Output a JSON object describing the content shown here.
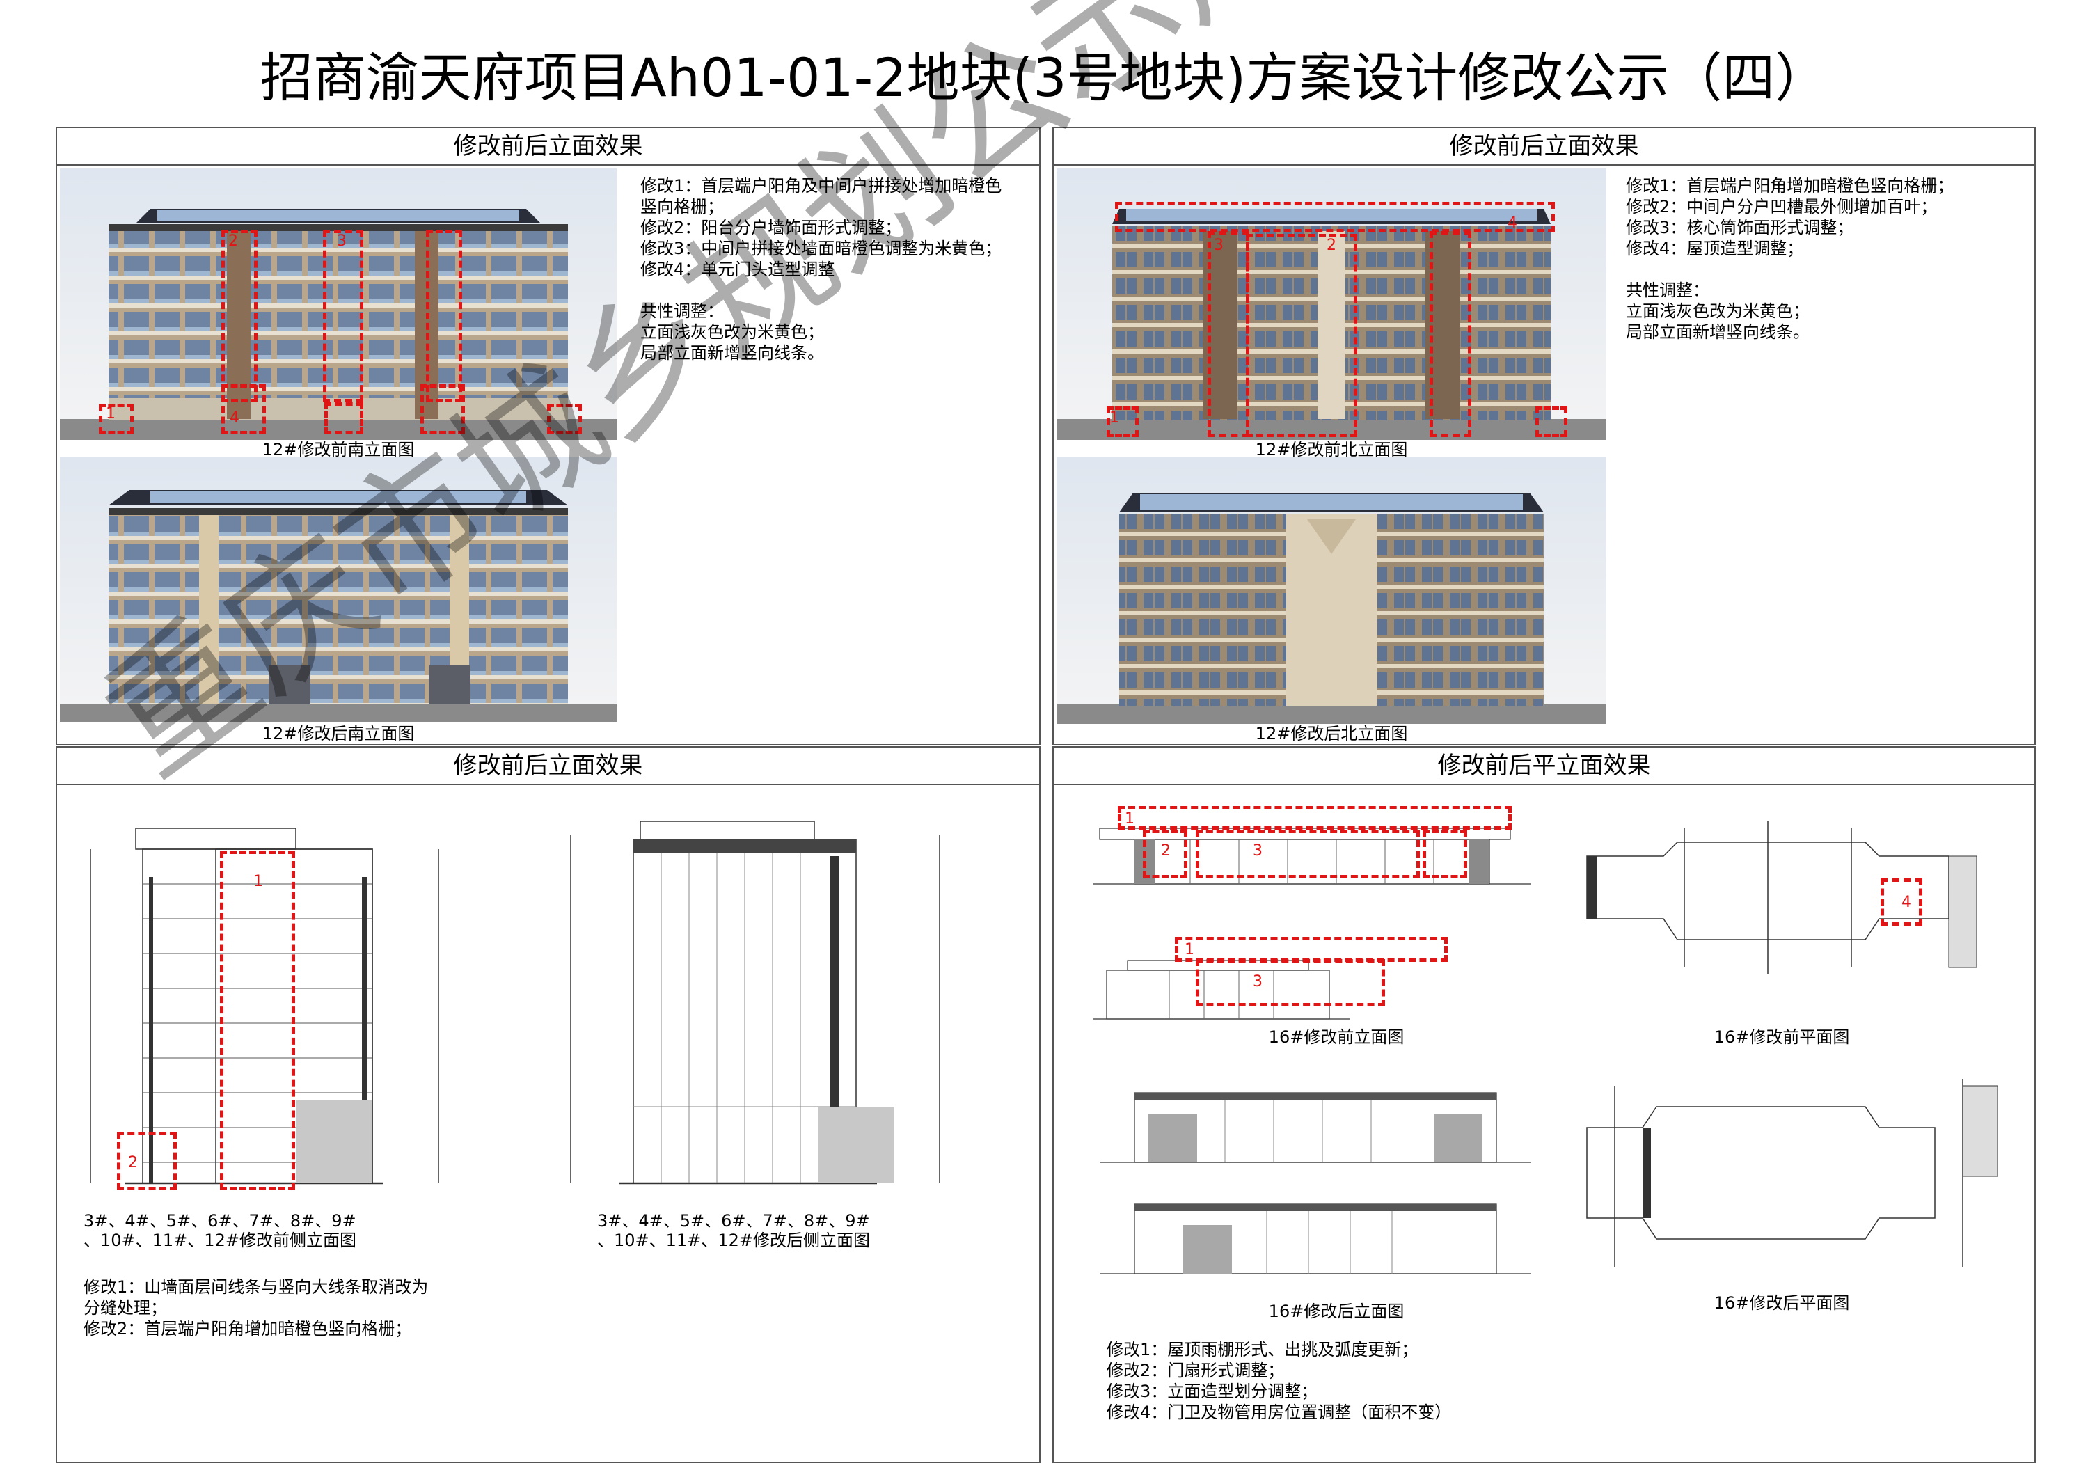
{
  "title": "招商渝天府项目Ah01-01-2地块(3号地块)方案设计修改公示（四）",
  "panels": {
    "tl": {
      "heading": "修改前后立面效果",
      "notes": "修改1：首层端户阳角及中间户拼接处增加暗橙色\n竖向格栅；\n修改2：阳台分户墙饰面形式调整；\n修改3：中间户拼接处墙面暗橙色调整为米黄色；\n修改4：单元门头造型调整\n\n共性调整：\n立面浅灰色改为米黄色；\n局部立面新增竖向线条。",
      "cap_before": "12#修改前南立面图",
      "cap_after": "12#修改后南立面图"
    },
    "tr": {
      "heading": "修改前后立面效果",
      "notes": "修改1：首层端户阳角增加暗橙色竖向格栅；\n修改2：中间户分户凹槽最外侧增加百叶；\n修改3：核心筒饰面形式调整；\n修改4：屋顶造型调整；\n\n共性调整：\n立面浅灰色改为米黄色；\n局部立面新增竖向线条。",
      "cap_before": "12#修改前北立面图",
      "cap_after": "12#修改后北立面图"
    },
    "bl": {
      "heading": "修改前后立面效果",
      "cap_before": "3#、4#、5#、6#、7#、8#、9#\n、10#、11#、12#修改前侧立面图",
      "cap_after": "3#、4#、5#、6#、7#、8#、9#\n、10#、11#、12#修改后侧立面图",
      "notes": "修改1：山墙面层间线条与竖向大线条取消改为\n分缝处理；\n修改2：首层端户阳角增加暗橙色竖向格栅；"
    },
    "br": {
      "heading": "修改前后平立面效果",
      "cap_elev_before": "16#修改前立面图",
      "cap_plan_before": "16#修改前平面图",
      "cap_elev_after": "16#修改后立面图",
      "cap_plan_after": "16#修改后平面图",
      "notes": "修改1：屋顶雨棚形式、出挑及弧度更新；\n修改2：门扇形式调整；\n修改3：立面造型划分调整；\n修改4：门卫及物管用房位置调整（面积不变）"
    }
  },
  "markers": {
    "tl": [
      "1",
      "2",
      "3",
      "4"
    ],
    "tr": [
      "1",
      "2",
      "3",
      "4"
    ],
    "bl": [
      "1",
      "2"
    ],
    "br_elev": [
      "1",
      "2",
      "3"
    ],
    "br_plan": [
      "4"
    ]
  },
  "watermark": "重庆市城乡规划公示用图",
  "colors": {
    "accent_red": "#e01515",
    "border": "#555555",
    "watermark": "#7a7a7a"
  }
}
